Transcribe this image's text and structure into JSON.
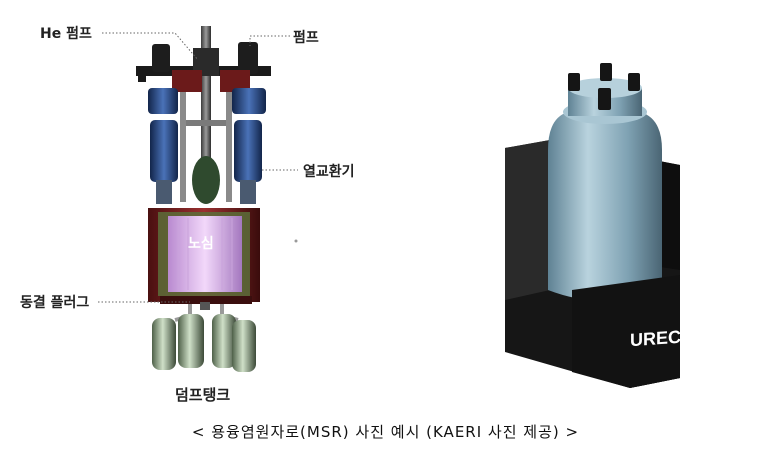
{
  "labels": {
    "he_pump": "He 펌프",
    "pump": "펌프",
    "heat_exchanger": "열교환기",
    "core": "노심",
    "freeze_plug": "동결 플러그",
    "dump_tank": "덤프탱크",
    "ureca": "URECA"
  },
  "caption": "< 용융염원자로(MSR) 사진 예시 (KAERI 사진 제공) >",
  "colors": {
    "reactor_vessel": "#7a1f1f",
    "core_glow": "#d9a6e6",
    "pump_blue": "#2a4f8c",
    "tank_green": "#8fa88a",
    "ureca_body": "#8fb3c4",
    "ureca_base": "#1c1c1c"
  }
}
